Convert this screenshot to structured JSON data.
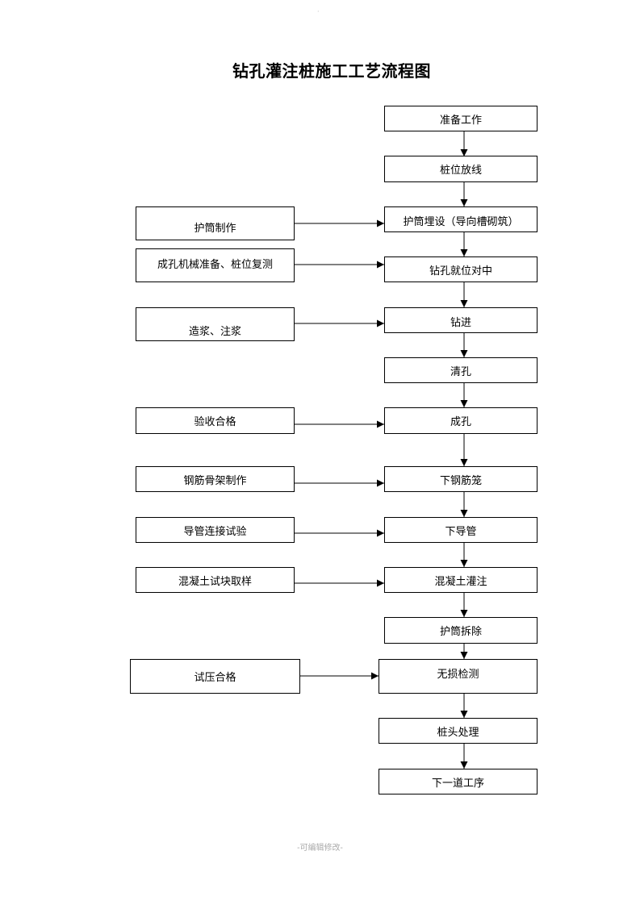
{
  "title": "钻孔灌注桩施工工艺流程图",
  "main_steps": [
    "准备工作",
    "桩位放线",
    "护筒埋设（导向槽砌筑）",
    "钻孔就位对中",
    "钻进",
    "清孔",
    "成孔",
    "下钢筋笼",
    "下导管",
    "混凝土灌注",
    "护筒拆除",
    "无损检测",
    "桩头处理",
    "下一道工序"
  ],
  "side_steps": [
    "护筒制作",
    "成孔机械准备、桩位复测",
    "造浆、注浆",
    "验收合格",
    "钢筋骨架制作",
    "导管连接试验",
    "混凝土试块取样",
    "试压合格"
  ],
  "footer": "-可编辑修改-"
}
